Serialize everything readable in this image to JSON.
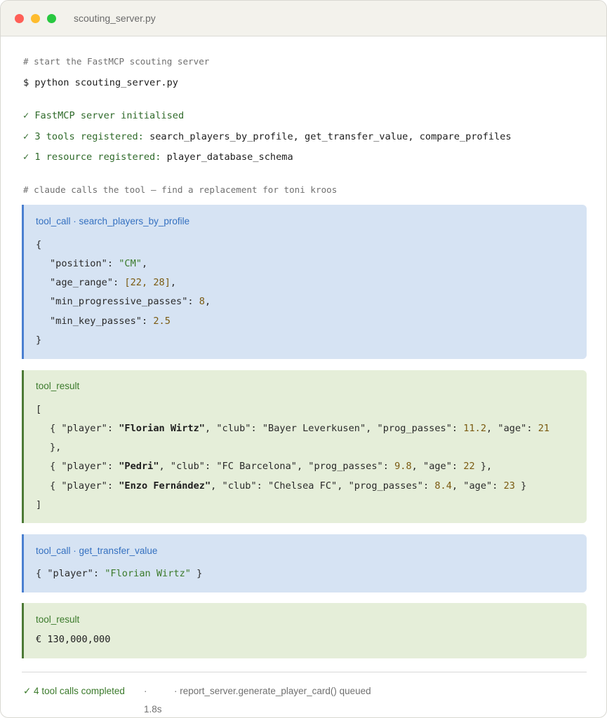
{
  "window": {
    "title": "scouting_server.py",
    "buttons": {
      "close": "#ff5f57",
      "minimize": "#febc2e",
      "maximize": "#28c840"
    }
  },
  "terminal": {
    "comment1": "# start the FastMCP scouting server",
    "command": "$ python scouting_server.py",
    "status1": "✓ FastMCP server initialised",
    "status2_prefix": "✓ 3 tools registered: ",
    "status2_value": "search_players_by_profile, get_transfer_value, compare_profiles",
    "status3_prefix": "✓ 1 resource registered: ",
    "status3_value": "player_database_schema",
    "comment2": "# claude calls the tool — find a replacement for toni kroos"
  },
  "call1": {
    "label": "tool_call · search_players_by_profile",
    "open": "{",
    "close": "}",
    "position_key": "\"position\": ",
    "position_val": "\"CM\"",
    "age_key": "\"age_range\": ",
    "age_val": "[22, 28]",
    "prog_key": "\"min_progressive_passes\": ",
    "prog_val": "8",
    "key_key": "\"min_key_passes\": ",
    "key_val": "2.5"
  },
  "result1": {
    "label": "tool_result",
    "open": "[",
    "close": "]",
    "rows": [
      {
        "player": "\"Florian Wirtz\"",
        "club": "\"Bayer Leverkusen\"",
        "prog_passes": "11.2",
        "age": "21"
      },
      {
        "player": "\"Pedri\"",
        "club": "\"FC Barcelona\"",
        "prog_passes": "9.8",
        "age": "22"
      },
      {
        "player": "\"Enzo Fernández\"",
        "club": "\"Chelsea FC\"",
        "prog_passes": "8.4",
        "age": "23"
      }
    ]
  },
  "call2": {
    "label": "tool_call · get_transfer_value",
    "player": "\"Florian Wirtz\""
  },
  "result2": {
    "label": "tool_result",
    "value": "€ 130,000,000"
  },
  "footer": {
    "status": "✓ 4 tool calls completed",
    "time": "1.8s",
    "queued": "· report_server.generate_player_card() queued",
    "sep": "·"
  }
}
